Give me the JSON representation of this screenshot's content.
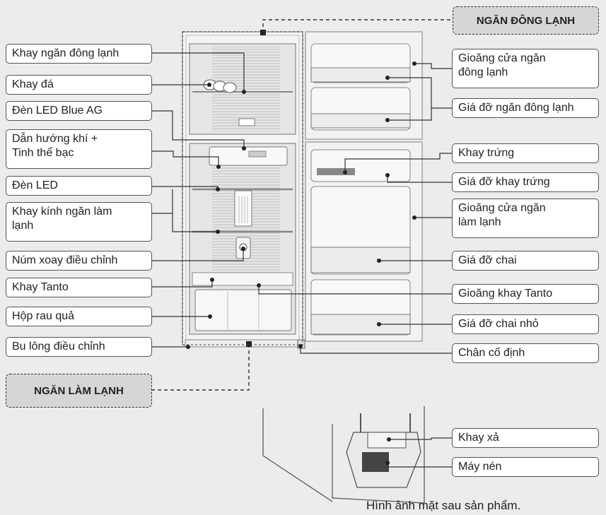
{
  "sections": {
    "freezer": "NGĂN ĐÔNG LẠNH",
    "fridge": "NGĂN LÀM LẠNH"
  },
  "labels_left": [
    "Khay ngăn đông lạnh",
    "Khay đá",
    "Đèn LED Blue AG",
    "Dẫn hướng khí +",
    "Tinh thể bạc",
    "Đèn LED",
    "Khay kính ngăn làm",
    "lạnh",
    "Núm xoay điều chỉnh",
    "Khay Tanto",
    "Hộp rau quả",
    "Bu lông điều chỉnh"
  ],
  "labels_right": [
    "Gioăng cửa ngăn",
    "đông lạnh",
    "Giá đỡ ngăn đông lạnh",
    "Khay trứng",
    "Giá đỡ khay trứng",
    "Gioăng cửa ngăn",
    "làm lạnh",
    "Giá đỡ chai",
    "Gioăng khay Tanto",
    "Giá đỡ chai nhỏ",
    "Chân cố định",
    "Khay xả",
    "Máy nén"
  ],
  "caption": "Hình ảnh mặt sau sản phẩm."
}
